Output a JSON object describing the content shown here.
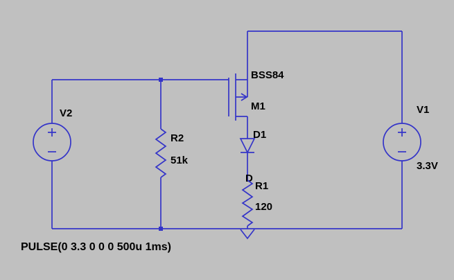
{
  "colors": {
    "background": "#c0c0c0",
    "wire": "#3434c8",
    "text": "#000000"
  },
  "schematic": {
    "v2": {
      "name": "V2"
    },
    "r2": {
      "name": "R2",
      "value": "51k"
    },
    "m1": {
      "model": "BSS84",
      "name": "M1"
    },
    "d1": {
      "name": "D1",
      "model": "D"
    },
    "r1": {
      "name": "R1",
      "value": "120"
    },
    "v1": {
      "name": "V1",
      "value": "3.3V"
    },
    "directive": "PULSE(0 3.3 0 0 0 500u 1ms)"
  }
}
